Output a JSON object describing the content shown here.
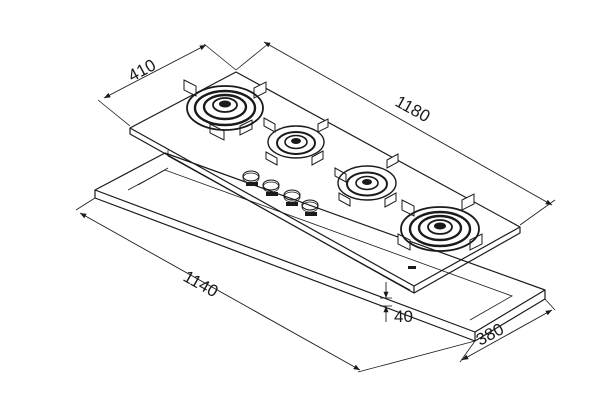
{
  "dimensions": {
    "depth": "410",
    "length": "1180",
    "cutout_length": "1140",
    "cutout_depth": "380",
    "height": "40"
  },
  "counts": {
    "burners": 4,
    "knobs": 4
  }
}
